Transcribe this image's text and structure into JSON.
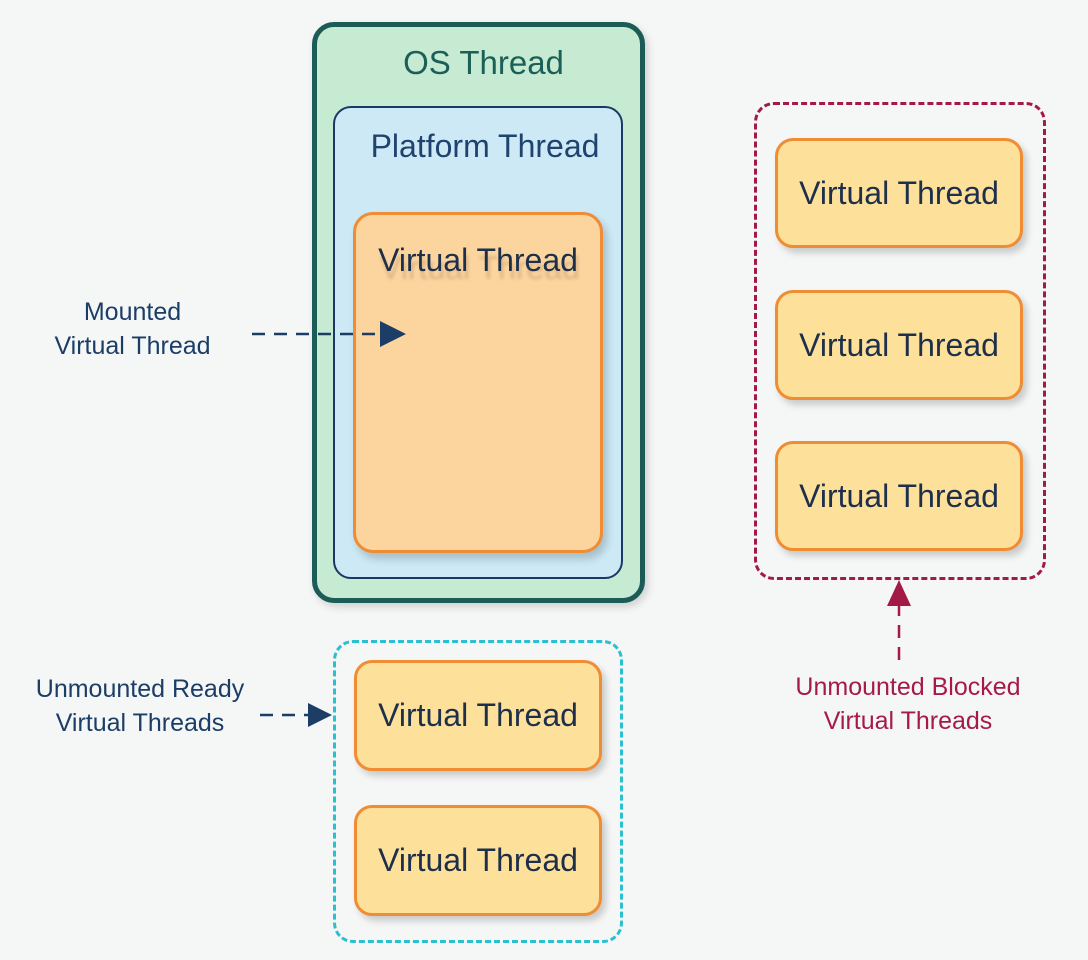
{
  "os_thread": {
    "title": "OS Thread"
  },
  "platform_thread": {
    "title": "Platform Thread"
  },
  "mounted": {
    "box_label": "Virtual Thread",
    "label_line1": "Mounted",
    "label_line2": "Virtual Thread"
  },
  "ready_group": {
    "label_line1": "Unmounted Ready",
    "label_line2": "Virtual Threads",
    "items": [
      "Virtual Thread",
      "Virtual Thread"
    ]
  },
  "blocked_group": {
    "label_line1": "Unmounted Blocked",
    "label_line2": "Virtual Threads",
    "items": [
      "Virtual Thread",
      "Virtual Thread",
      "Virtual Thread"
    ]
  },
  "colors": {
    "os_thread_fill": "#c6ead2",
    "os_thread_border": "#1c5c57",
    "platform_fill": "#cce9f5",
    "platform_border": "#1a3a66",
    "virtual_thread_fill": "#fde09a",
    "virtual_thread_border": "#ef8c34",
    "ready_group_border": "#2bbfd2",
    "blocked_group_border": "#a31a47",
    "label_navy": "#1b3d66",
    "label_crimson": "#a51a48"
  }
}
